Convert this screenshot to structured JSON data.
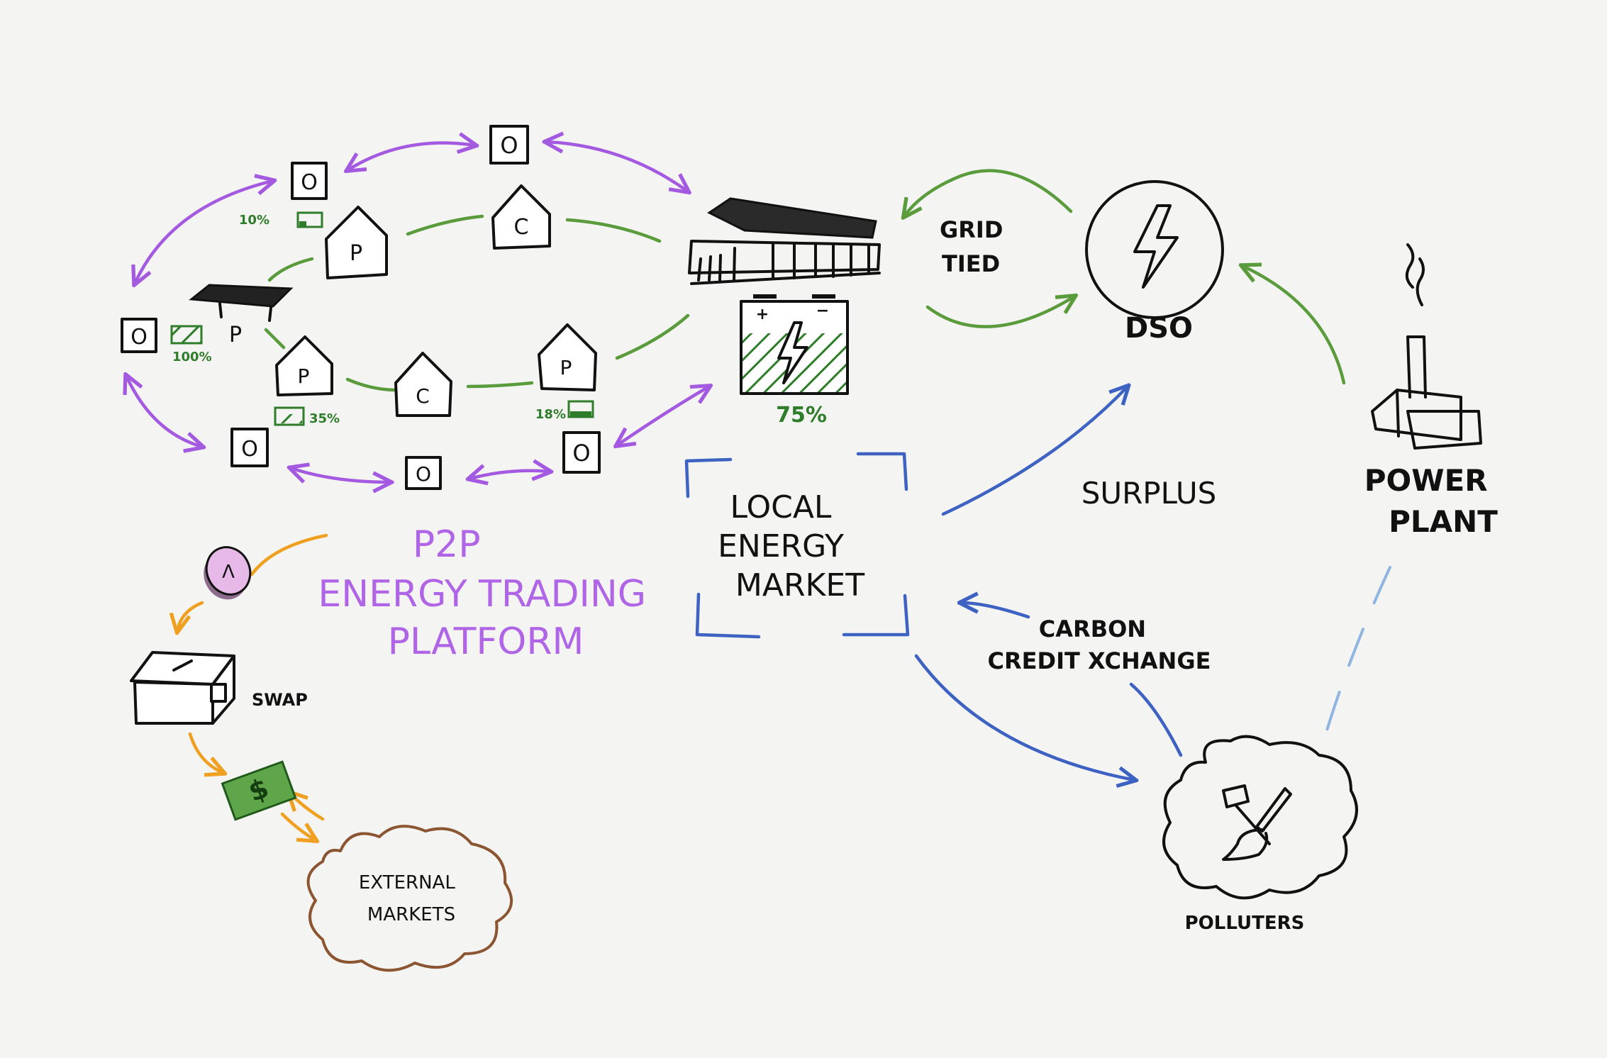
{
  "colors": {
    "p2p": "#a45ae0",
    "grid": "#5a9b3c",
    "market": "#3d62c2",
    "swap": "#f0a020",
    "external": "#8a5530",
    "battery": "#2f7d2a"
  },
  "node_labels": {
    "producer": "P",
    "consumer": "C",
    "other": "O"
  },
  "battery_levels": {
    "b10": "10%",
    "b100": "100%",
    "b35": "35%",
    "b18": "18%",
    "main": "75%"
  },
  "battery_terminals": {
    "plus": "+",
    "minus": "−"
  },
  "labels": {
    "grid_tied": [
      "GRID",
      "TIED"
    ],
    "dso": "DSO",
    "power_plant": [
      "POWER",
      "PLANT"
    ],
    "local_energy_market": [
      "LOCAL",
      "ENERGY",
      "MARKET"
    ],
    "surplus": "SURPLUS",
    "carbon_credit": [
      "CARBON",
      "CREDIT XCHANGE"
    ],
    "polluters": "POLLUTERS",
    "p2p_platform": [
      "P2P",
      "ENERGY TRADING",
      "PLATFORM"
    ],
    "swap": "SWAP",
    "external_markets": [
      "EXTERNAL",
      "MARKETS"
    ],
    "coin_symbol": "Λ",
    "dollar_symbol": "$"
  },
  "icons": [
    "lightning-icon",
    "factory-icon",
    "shovel-pick-icon",
    "coin-icon",
    "dollar-bill-icon",
    "house-icon",
    "solar-roof-icon",
    "battery-icon",
    "cloud-icon",
    "safe-box-icon"
  ]
}
